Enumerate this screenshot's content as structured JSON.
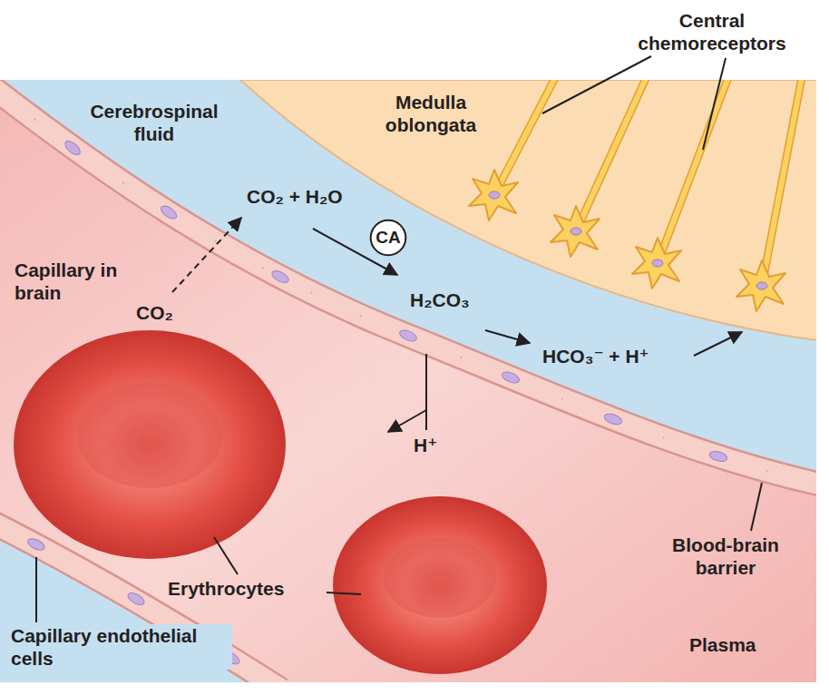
{
  "diagram": {
    "nodes": [
      {
        "text": [
          "CA"
        ]
      }
    ],
    "labels": [
      "Central chemoreceptors",
      "Medulla oblongata",
      "Cerebrospinal fluid",
      "CO₂ + H₂O",
      "Capillary in brain",
      "CO₂",
      "H₂CO₃",
      "HCO₃⁻ + H⁺",
      "H⁺",
      "Erythrocytes",
      "Blood-brain barrier",
      "Capillary endothelial cells",
      "Plasma"
    ]
  }
}
